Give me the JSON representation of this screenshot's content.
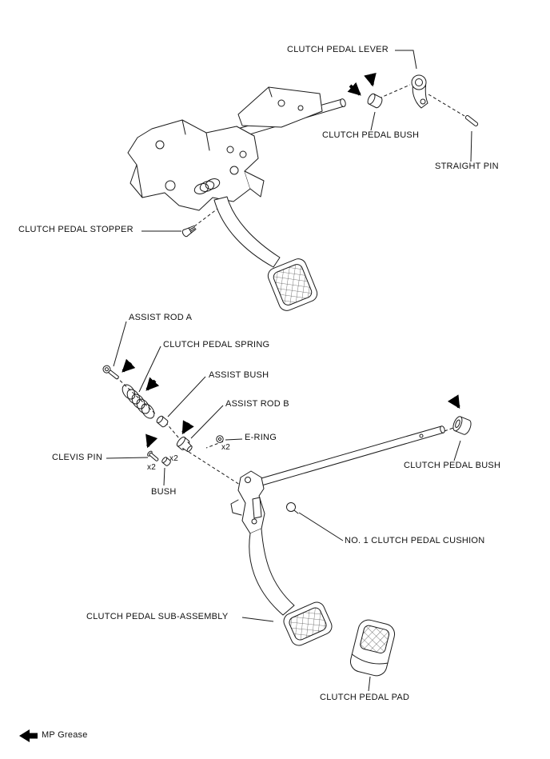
{
  "figure": {
    "background_color": "#ffffff",
    "line_color": "#1a1a1a"
  },
  "labels": {
    "clutch_pedal_lever": "CLUTCH PEDAL LEVER",
    "clutch_pedal_bush_top": "CLUTCH PEDAL BUSH",
    "straight_pin": "STRAIGHT PIN",
    "clutch_pedal_stopper": "CLUTCH PEDAL STOPPER",
    "assist_rod_a": "ASSIST ROD A",
    "clutch_pedal_spring": "CLUTCH PEDAL SPRING",
    "assist_bush": "ASSIST BUSH",
    "assist_rod_b": "ASSIST ROD B",
    "e_ring": "E-RING",
    "clevis_pin": "CLEVIS PIN",
    "bush": "BUSH",
    "clutch_pedal_bush_right": "CLUTCH PEDAL BUSH",
    "no1_clutch_pedal_cushion": "NO. 1 CLUTCH PEDAL CUSHION",
    "clutch_pedal_sub_assembly": "CLUTCH PEDAL SUB-ASSEMBLY",
    "clutch_pedal_pad": "CLUTCH PEDAL PAD"
  },
  "quantities": {
    "x2": "x2"
  },
  "legend": {
    "mp_grease": "MP Grease"
  }
}
